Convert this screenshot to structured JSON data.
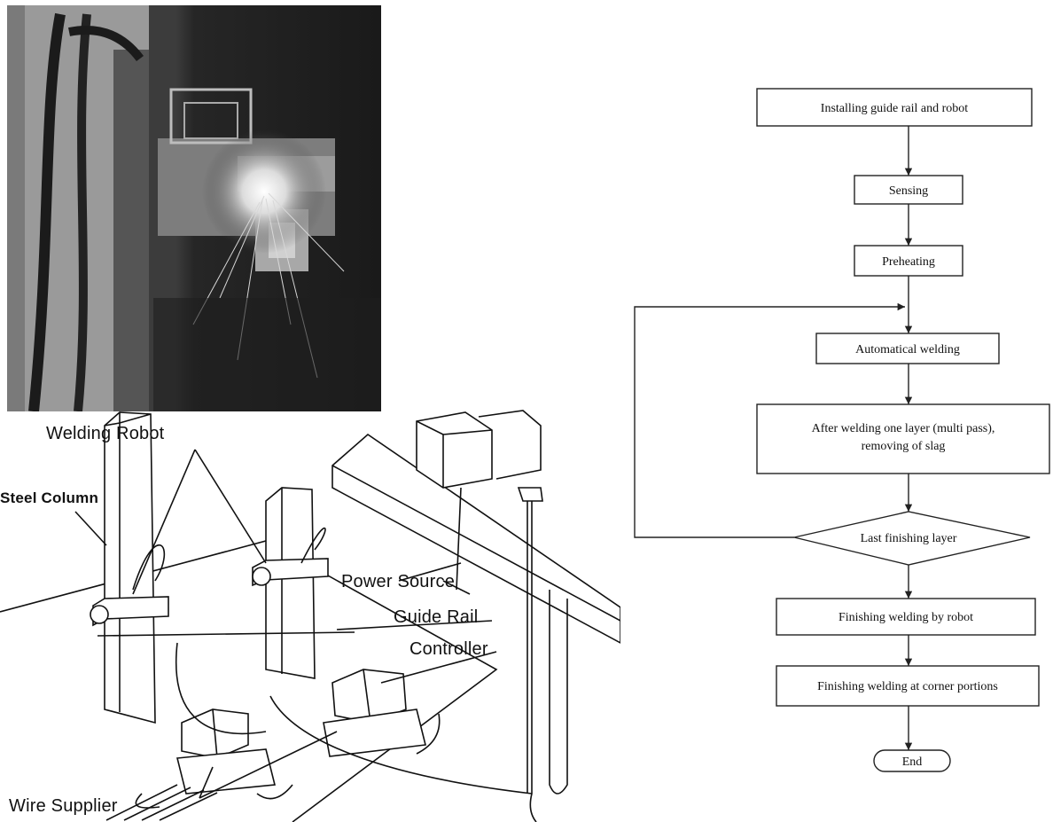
{
  "illustration": {
    "labels": {
      "welding_robot": "Welding Robot",
      "steel_column": "Steel Column",
      "power_source": "Power Source",
      "guide_rail": "Guide Rail",
      "controller": "Controller",
      "wire_supplier": "Wire Supplier"
    }
  },
  "flowchart": {
    "steps": {
      "install": "Installing guide rail and robot",
      "sensing": "Sensing",
      "preheating": "Preheating",
      "auto_welding": "Automatical welding",
      "after_welding_line1": "After welding   one layer  (multi pass),",
      "after_welding_line2": "removing  of  slag",
      "last_layer": "Last finishing layer",
      "finish_robot": "Finishing welding by robot",
      "finish_corner": "Finishing welding at corner portions",
      "end": "End"
    }
  }
}
